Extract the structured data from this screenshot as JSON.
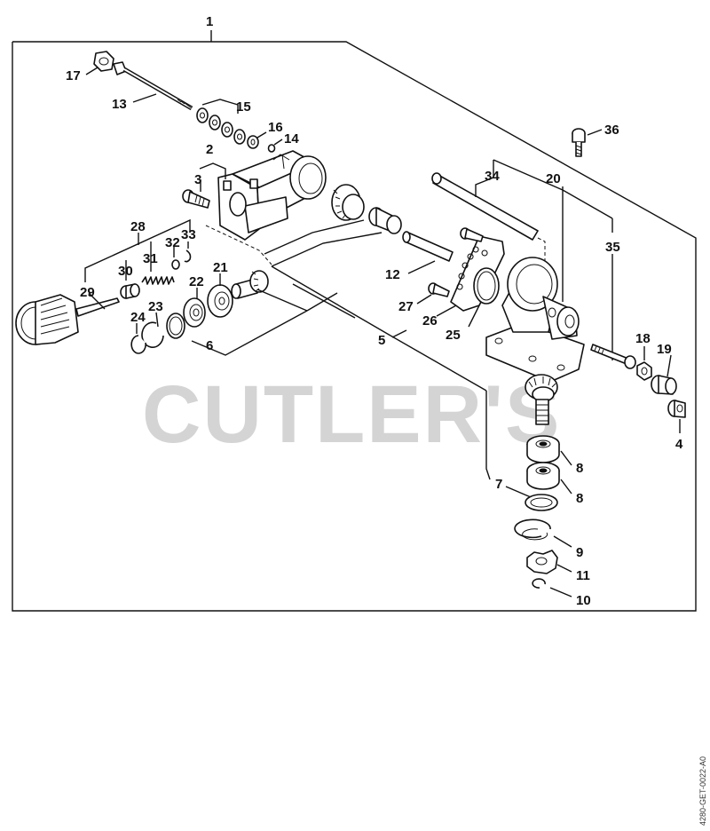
{
  "watermark": "CUTLER'S",
  "drawing_code": "4280-GET-0022-A0",
  "callouts": {
    "c1": "1",
    "c2": "2",
    "c3": "3",
    "c4": "4",
    "c5": "5",
    "c6": "6",
    "c7": "7",
    "c8a": "8",
    "c8b": "8",
    "c9": "9",
    "c10": "10",
    "c11": "11",
    "c12": "12",
    "c13": "13",
    "c14": "14",
    "c15": "15",
    "c16": "16",
    "c17": "17",
    "c18": "18",
    "c19": "19",
    "c20": "20",
    "c21": "21",
    "c22": "22",
    "c23": "23",
    "c24": "24",
    "c25": "25",
    "c26": "26",
    "c27": "27",
    "c28": "28",
    "c29": "29",
    "c30": "30",
    "c31": "31",
    "c32": "32",
    "c33": "33",
    "c34": "34",
    "c35": "35",
    "c36": "36"
  }
}
